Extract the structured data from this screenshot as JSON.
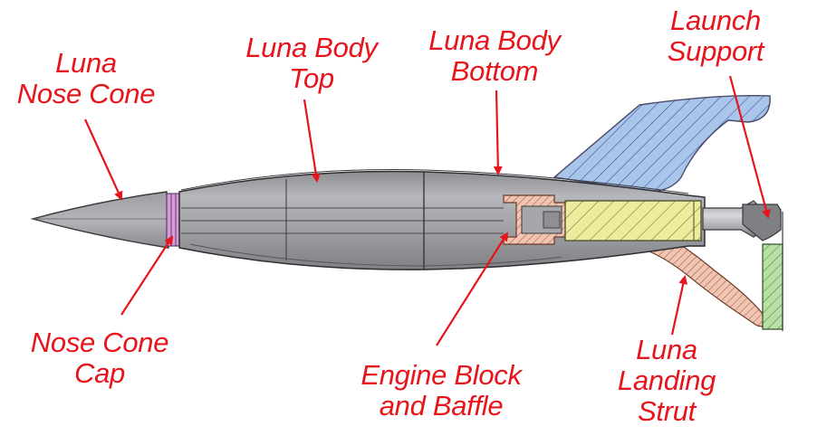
{
  "diagram": {
    "accent_color": "#e8141b",
    "labels": {
      "nose_cone": [
        "Luna",
        "Nose Cone"
      ],
      "body_top": [
        "Luna Body",
        "Top"
      ],
      "body_bottom": [
        "Luna Body",
        "Bottom"
      ],
      "launch_support": [
        "Launch",
        "Support"
      ],
      "nose_cone_cap": [
        "Nose Cone",
        "Cap"
      ],
      "engine_block": [
        "Engine Block",
        "and Baffle"
      ],
      "landing_strut": [
        "Luna",
        "Landing",
        "Strut"
      ]
    },
    "part_colors": {
      "body": "#a9aaae",
      "fin": "#a9c6ea",
      "engine_block": "#f2c4b2",
      "engine_tank": "#ecec9c",
      "landing_strut": "#f2c4b2",
      "launch_support_plate": "#b8e0a4",
      "nose_cap": "#d59ad8"
    }
  }
}
